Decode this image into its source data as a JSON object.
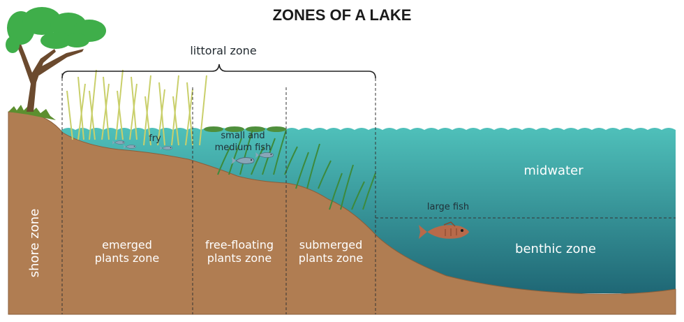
{
  "title": "ZONES OF A LAKE",
  "bracket_label": "littoral zone",
  "labels": {
    "fry": "fry",
    "small_fish_line1": "small and",
    "small_fish_line2": "medium fish",
    "midwater": "midwater",
    "large_fish": "large fish",
    "benthic": "benthic zone",
    "shore": "shore zone",
    "emerged_line1": "emerged",
    "emerged_line2": "plants zone",
    "floating_line1": "free-floating",
    "floating_line2": "plants zone",
    "submerged_line1": "submerged",
    "submerged_line2": "plants zone"
  },
  "colors": {
    "water_top": "#4cbdb8",
    "water_bottom": "#1f6c78",
    "soil": "#b07d52",
    "soil_edge": "#8a5e3a",
    "grass": "#5c8f2f",
    "reed": "#c9cf6a",
    "pad": "#4f8f3c",
    "leaf": "#3fae4a",
    "trunk": "#6b4a2e",
    "fish": "#8aa6b8",
    "large_fish": "#b86a4a"
  }
}
